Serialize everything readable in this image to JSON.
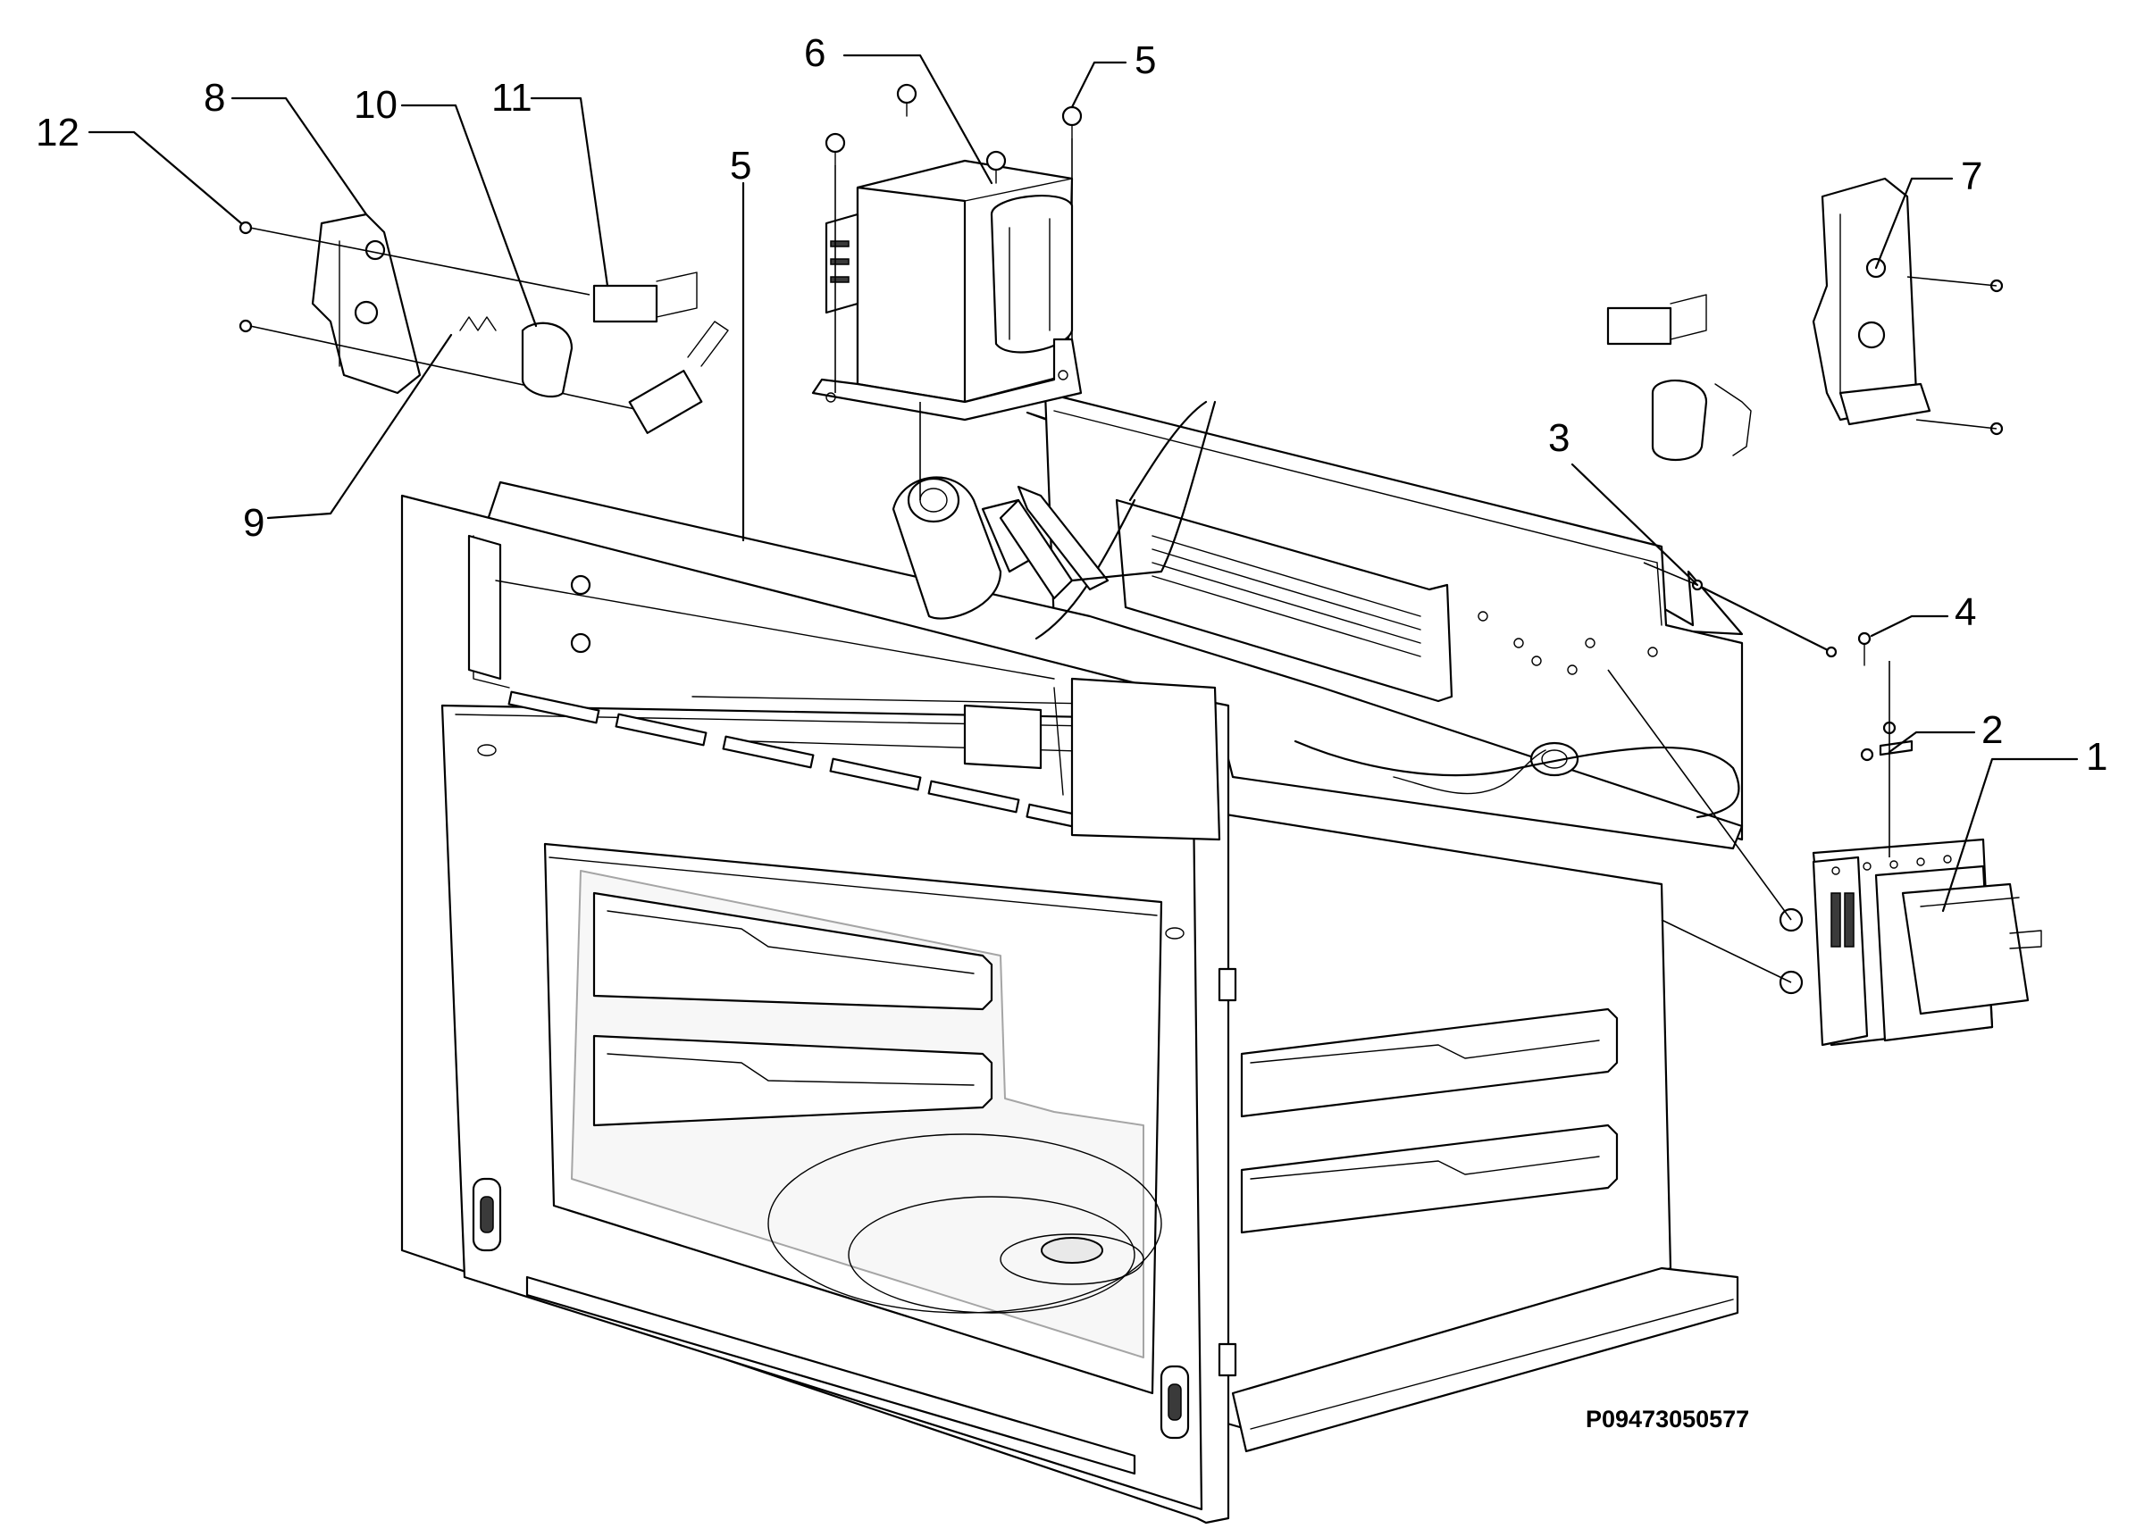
{
  "drawing_id": "P09473050577",
  "callouts": [
    {
      "id": "c1",
      "label": "1"
    },
    {
      "id": "c2",
      "label": "2"
    },
    {
      "id": "c3",
      "label": "3"
    },
    {
      "id": "c4",
      "label": "4"
    },
    {
      "id": "c5a",
      "label": "5"
    },
    {
      "id": "c5b",
      "label": "5"
    },
    {
      "id": "c6",
      "label": "6"
    },
    {
      "id": "c7",
      "label": "7"
    },
    {
      "id": "c8",
      "label": "8"
    },
    {
      "id": "c9",
      "label": "9"
    },
    {
      "id": "c10",
      "label": "10"
    },
    {
      "id": "c11",
      "label": "11"
    },
    {
      "id": "c12",
      "label": "12"
    }
  ]
}
